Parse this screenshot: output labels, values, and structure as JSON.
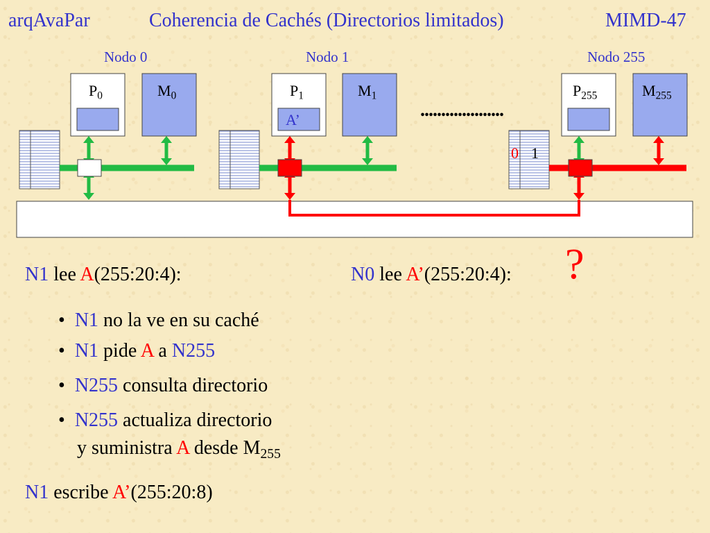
{
  "header": {
    "left": "arqAvaPar",
    "title": "Coherencia de Cachés (Directorios limitados)",
    "right": "MIMD-47"
  },
  "nodes": [
    {
      "label": "Nodo 0",
      "proc": "P",
      "proc_sub": "0",
      "mem": "M",
      "mem_sub": "0"
    },
    {
      "label": "Nodo 1",
      "proc": "P",
      "proc_sub": "1",
      "mem": "M",
      "mem_sub": "1",
      "cache_line": "A’"
    },
    {
      "label": "Nodo 255",
      "proc": "P",
      "proc_sub": "255",
      "mem": "M",
      "mem_sub": "255"
    }
  ],
  "ellipsis": "....................",
  "directory": {
    "bit0": "0",
    "bit1": "1"
  },
  "question_mark": "?",
  "left_heading": {
    "node": "N1",
    "verb": " lee ",
    "addr": "A",
    "rest": "(255:20:4):"
  },
  "right_heading": {
    "node": "N0",
    "verb": " lee ",
    "addr": "A’",
    "rest": "(255:20:4):"
  },
  "bullets": [
    {
      "a": "N1",
      "b": " no la ve en su caché"
    },
    {
      "a": "N1",
      "b": " pide ",
      "c": "A",
      "d": " a ",
      "e": "N255"
    },
    {
      "a": "N255",
      "b": " consulta directorio"
    },
    {
      "a": "N255",
      "b": " actualiza directorio",
      "line2a": "y suministra ",
      "line2b": "A",
      "line2c": " desde M",
      "line2sub": "255"
    }
  ],
  "bottom": {
    "node": "N1",
    "verb": " escribe ",
    "addr": "A’",
    "rest": "(255:20:8)"
  },
  "colors": {
    "blue": "#3333cc",
    "red": "#ff0000",
    "green": "#22bb44",
    "box_blue": "#99aaee"
  }
}
